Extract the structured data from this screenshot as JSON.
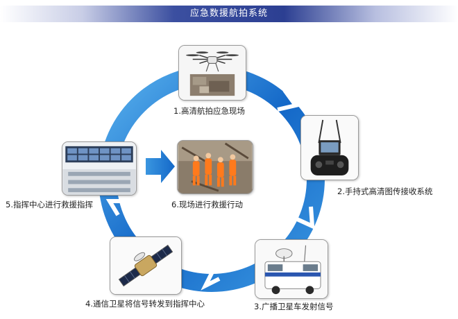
{
  "header": {
    "title": "应急数援航拍系统"
  },
  "colors": {
    "ring_dark": "#1468c8",
    "ring_light": "#59b2ee",
    "title_bar": "#2c3f92"
  },
  "steps": [
    {
      "label": "1.高清航拍应急现场",
      "icon": "drone-icon"
    },
    {
      "label": "2.手持式高清图传接收系统",
      "icon": "controller-icon"
    },
    {
      "label": "3.广播卫星车发射信号",
      "icon": "satellite-van-icon"
    },
    {
      "label": "4.通信卫星将信号转发到指挥中心",
      "icon": "satellite-icon"
    },
    {
      "label": "5.指挥中心进行救援指挥",
      "icon": "command-center-icon"
    },
    {
      "label": "6.现场进行救援行动",
      "icon": "rescue-team-icon"
    }
  ]
}
